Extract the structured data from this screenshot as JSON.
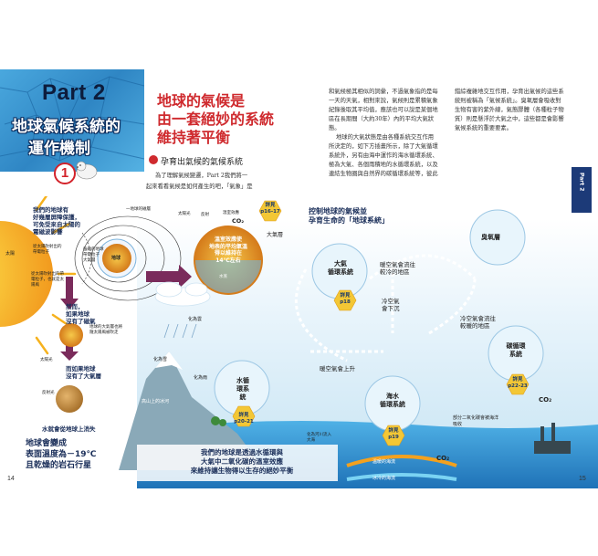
{
  "left_page": {
    "part_label": "Part 2",
    "title_line1": "地球氣候系統的",
    "title_line2": "運作機制",
    "chapter_number": "1",
    "headline_line1": "地球的氣候是",
    "headline_line2": "由一套絕妙的系統",
    "headline_line3": "維持著平衡",
    "section_title": "孕育出氣候的氣候系統",
    "intro_line1": "為了理解氣候變遷，Part 2我們將一",
    "intro_line2": "起來看看氣候是如何產生的吧，「氣象」是",
    "page_number": "14"
  },
  "right_page": {
    "col1": [
      "和氣候極其相似的詞彙，不過氣象指的是每",
      "一天的天氣，相對來說，氣候則是累積氣象",
      "紀錄後取其平均值，應該也可以說是某個地",
      "區在長期間（大約30年）內的平均大氣狀",
      "態。",
      "地球的大氣狀態是由各種系統交互作用",
      "所決定的，如下方插畫所示，除了大氣循環",
      "系統外，另有由海中運作的海水循環系統、",
      "極為大氣、各個雨積地的水循環系統，以及",
      "連結生物圈與自然界的碳循環系統等，彼此"
    ],
    "col2": [
      "錯綜複雜地交互作用，孕育出氣候的這些系",
      "統則被稱為「氣候系統」。臭氧層會吸收對",
      "生物有害的紫外線，氣態膠體（各種粒子物",
      "質）則是懸浮於大氣之中，這些都是會影響",
      "氣候系統的重要要素。"
    ],
    "side_tab": "Part 2",
    "page_number": "15"
  },
  "diagram": {
    "earth_protect_line1": "我們的地球有",
    "earth_protect_line2": "好幾層屏障保護，",
    "earth_protect_line3": "可免受來自太陽的",
    "earth_protect_line4": "電磁波影響",
    "sun_label": "太陽",
    "solar_wind_label": "從太陽吹射出的帶電粒子",
    "solar_wind_label2": "從太陽吹射出的帶電粒子，也就是太陽風",
    "magnetic_label1": "強磁的地球",
    "magnetic_label2": "帶電粒子",
    "magnetic_label3": "大氣層",
    "earth_label": "地球",
    "layer_label": "一地球的磁層",
    "but_line1": "然而，",
    "but_line2": "如果地球",
    "but_line3": "沒有了磁氣",
    "no_mag_note": "地球的大氣層也將隨太陽風被吹走",
    "no_atm_line1": "而如果地球",
    "no_atm_line2": "沒有了大氣層",
    "sunlight_label": "太陽光",
    "reflect_label": "反射光",
    "water_lost": "水就會從地球上消失",
    "barren_line1": "地球會變成",
    "barren_line2": "表面溫度為－19℃",
    "barren_line3": "且乾燥的岩石行星",
    "greenhouse_sun": "太陽光",
    "greenhouse_reflect": "反射",
    "greenhouse_gas": "溫室效應",
    "co2": "CO₂",
    "greenhouse_line1": "溫室效應使",
    "greenhouse_line2": "地表的平均氣溫",
    "greenhouse_line3": "得以維持在",
    "greenhouse_line4": "14℃左右",
    "ref_greenhouse": "詳見 p16-17",
    "water_label": "水蒸",
    "control_line1": "控制地球的氣候並",
    "control_line2": "孕育生命的「地球系統」",
    "atmosphere_label": "大氣層",
    "air_cycle_line1": "大氣",
    "air_cycle_line2": "循環系統",
    "air_ref": "詳見 p18",
    "ozone_label": "臭氧層",
    "warm_flow_line1": "暖空氣會流往",
    "warm_flow_line2": "較冷的地區",
    "cold_down_line1": "冷空氣",
    "cold_down_line2": "會下沉",
    "cold_flow_line1": "冷空氣會流往",
    "cold_flow_line2": "較暖的地區",
    "warm_up": "暖空氣會上升",
    "carbon_line1": "碳循環",
    "carbon_line2": "系統",
    "carbon_ref": "詳見 p22-23",
    "co2_right": "CO₂",
    "rain_label": "化為雨",
    "rain_label2": "化為雲",
    "snow_label": "化為雪",
    "glacier_label": "高山上的冰河",
    "water_cycle_line1": "水循",
    "water_cycle_line2": "環系",
    "water_cycle_line3": "統",
    "water_ref": "詳見 p20-21",
    "river_label": "化為河川流入大海",
    "ocean_cycle_line1": "海水",
    "ocean_cycle_line2": "循環系統",
    "ocean_ref": "詳見 p19",
    "warm_current": "溫暖的海流",
    "cold_current": "冰冷的海流",
    "co2_ocean": "CO₂",
    "co2_absorb": "部分二氧化碳會被海洋吸收",
    "bottom_line1": "我們的地球是透過水循環與",
    "bottom_line2": "大氣中二氧化碳的溫室效應",
    "bottom_line3": "來維持讓生物得以生存的絕妙平衡"
  },
  "colors": {
    "headline_red": "#cf2a2e",
    "part_blue": "#2f86c4",
    "navy": "#1c3a78",
    "sky": "#dff0fa",
    "ocean": "#2f8fd0",
    "sun": "#f7b82a",
    "arrow_purple": "#7a2b5b"
  }
}
